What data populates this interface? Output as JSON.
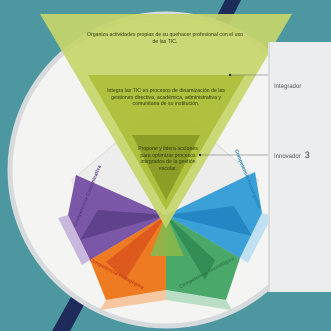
{
  "levels": [
    {
      "text": "Organiza actividades propias de su quehacer profesional con el uso de las TIC."
    },
    {
      "text": "Integra las TIC en procesos de dinamización de las gestiones directiva, académica, administrativa y comunitaria de su institución."
    },
    {
      "text": "Propone y lidera acciones para optimizar procesos integrados de la gestión escolar."
    }
  ],
  "side_labels": {
    "integrador": "Integrador",
    "innovador": "Innovador",
    "innovador_number": "3"
  },
  "competencies": {
    "comunicativa": "Competencia Comunicativa",
    "investigativa": "Competencia Investigativa",
    "pedagogica": "Competencia Pedagógica",
    "tecnologica": "Competencia Tecnológica"
  },
  "colors": {
    "teal_bg": "#4d97a0",
    "navy": "#1d2c5b",
    "funnel_light": "#c6d56a",
    "funnel_mid": "#aebf3c",
    "funnel_dark": "#8a9a24",
    "purple": "#7b57a8",
    "blue": "#3ba0d8",
    "orange": "#ee7a22",
    "green": "#4aa86b"
  }
}
